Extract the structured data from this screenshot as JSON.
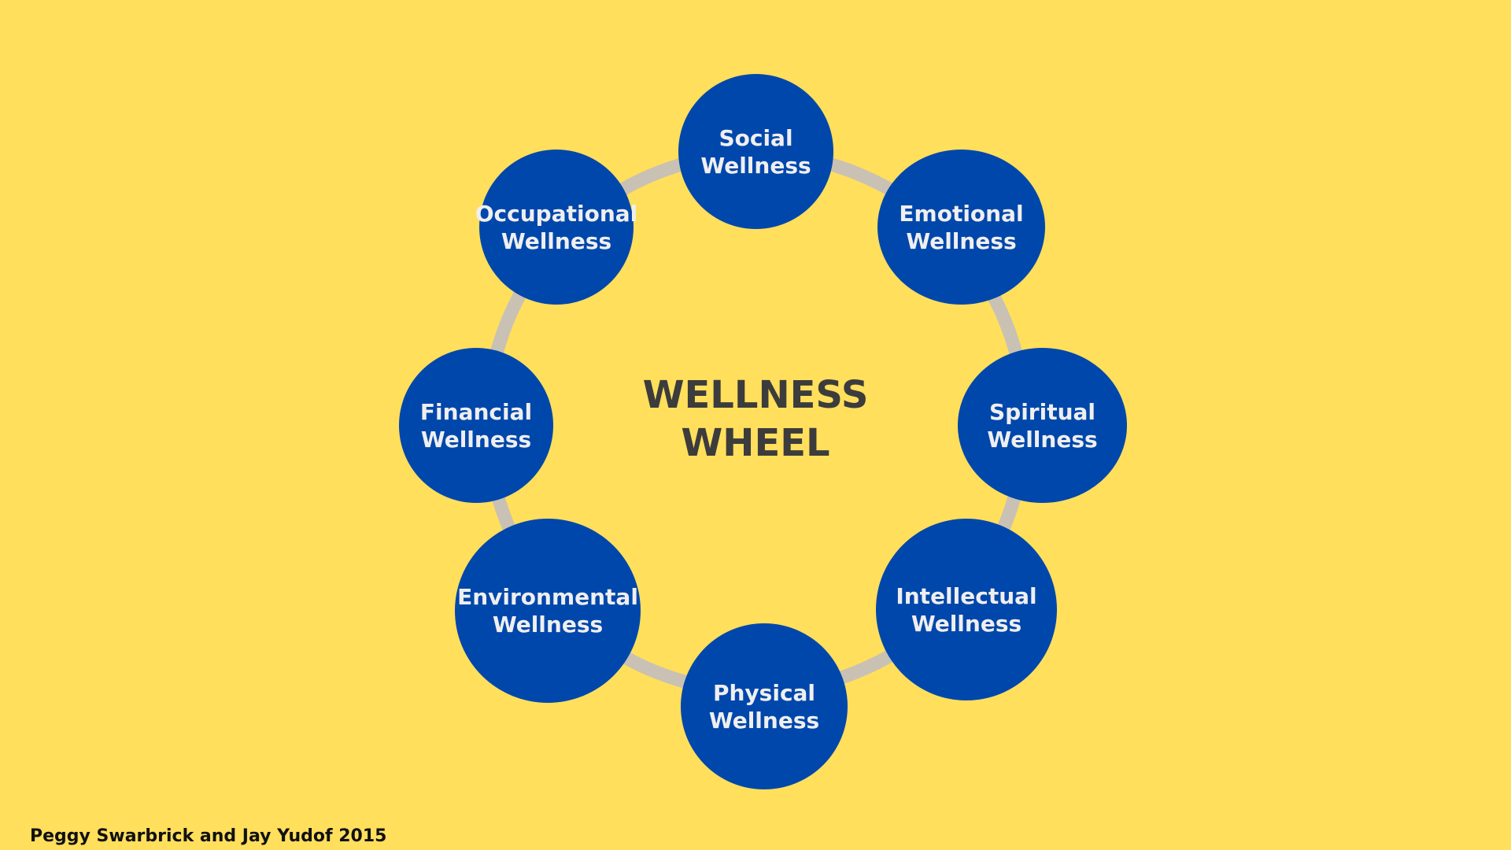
{
  "colors": {
    "background": "#FFDF5C",
    "node_fill": "#0047AB",
    "node_text": "#EFEFEF",
    "ring": "#C9C1B3",
    "title_text": "#3C3C3C",
    "citation_text": "#111111"
  },
  "title": {
    "line1": "WELLNESS",
    "line2": "WHEEL"
  },
  "nodes": [
    {
      "id": "social",
      "line1": "Social",
      "line2": "Wellness"
    },
    {
      "id": "emotional",
      "line1": "Emotional",
      "line2": "Wellness"
    },
    {
      "id": "spiritual",
      "line1": "Spiritual",
      "line2": "Wellness"
    },
    {
      "id": "intellectual",
      "line1": "Intellectual",
      "line2": "Wellness"
    },
    {
      "id": "physical",
      "line1": "Physical",
      "line2": "Wellness"
    },
    {
      "id": "environmental",
      "line1": "Environmental",
      "line2": "Wellness"
    },
    {
      "id": "financial",
      "line1": "Financial",
      "line2": "Wellness"
    },
    {
      "id": "occupational",
      "line1": "Occupational",
      "line2": "Wellness"
    }
  ],
  "citation": "Peggy Swarbrick and Jay Yudof 2015"
}
